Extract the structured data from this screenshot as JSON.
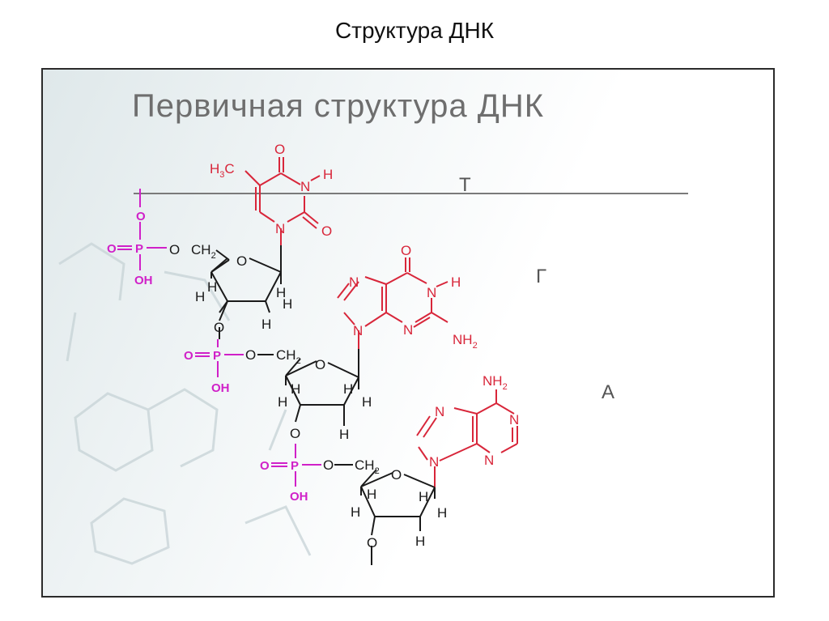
{
  "page": {
    "title": "Структура ДНК"
  },
  "figure": {
    "heading": "Первичная структура ДНК",
    "base_letters": {
      "t": "Т",
      "g": "Г",
      "a": "А"
    },
    "colors": {
      "base": "#d8263a",
      "phosphate": "#d020c8",
      "sugar": "#1a1a1a",
      "heading": "#6e6e6e",
      "divider": "#7a7a7a"
    },
    "atoms": {
      "h": "H",
      "h3c": "H",
      "h3c_sub": "3",
      "h3c_tail": "C",
      "o": "O",
      "n": "N",
      "p": "P",
      "oh": "OH",
      "nh2": "NH",
      "nh2_sub": "2",
      "ch2": "CH",
      "ch2_sub": "2"
    }
  }
}
